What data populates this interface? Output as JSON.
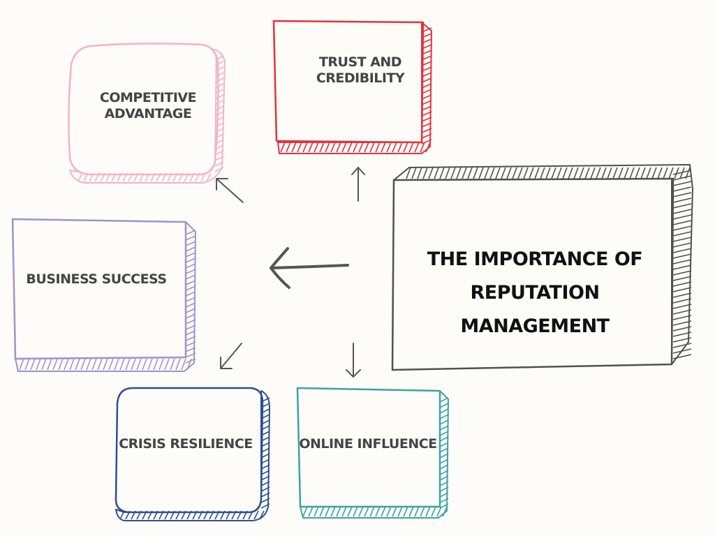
{
  "center": {
    "lines": [
      "THE IMPORTANCE OF",
      "REPUTATION",
      "MANAGEMENT"
    ],
    "color": "#505050"
  },
  "nodes": [
    {
      "id": "competitive-advantage",
      "lines": [
        "COMPETITIVE",
        "ADVANTAGE"
      ],
      "color": "#f3b3c8"
    },
    {
      "id": "trust-and-credibility",
      "lines": [
        "TRUST AND",
        "CREDIBILITY"
      ],
      "color": "#e2323f"
    },
    {
      "id": "business-success",
      "lines": [
        "BUSINESS SUCCESS"
      ],
      "color": "#a590c9"
    },
    {
      "id": "crisis-resilience",
      "lines": [
        "CRISIS RESILIENCE"
      ],
      "color": "#2c4f94"
    },
    {
      "id": "online-influence",
      "lines": [
        "ONLINE INFLUENCE"
      ],
      "color": "#3aa3a3"
    }
  ],
  "arrow_color": "#555555"
}
